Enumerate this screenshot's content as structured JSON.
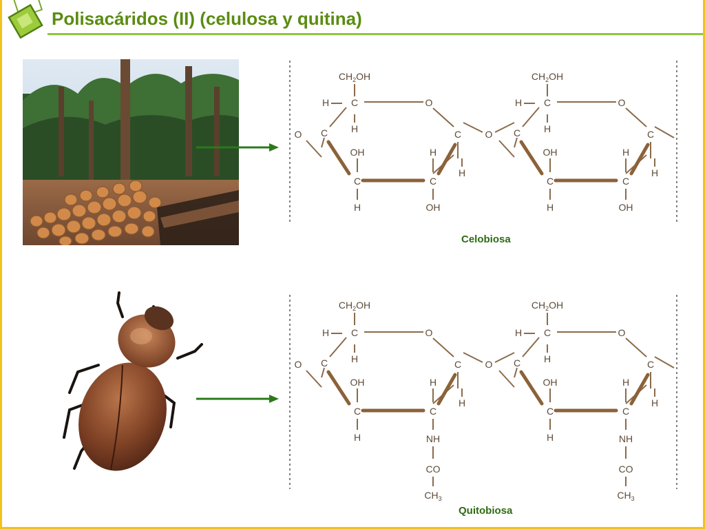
{
  "slide": {
    "title": "Polisacáridos (II) (celulosa y quitina)"
  },
  "colors": {
    "title": "#5a8c12",
    "title_rule": "#8cc63f",
    "frame": "#f2c21b",
    "bond": "#8a6a4a",
    "bond_bold": "#8b6239",
    "arrow": "#2a7a1a",
    "caption": "#2e6b12"
  },
  "labels": {
    "C": "C",
    "H": "H",
    "O": "O",
    "OH": "OH",
    "CH2OH_main": "CH",
    "CH2OH_sub": "2",
    "CH2OH_tail": "OH",
    "NH": "NH",
    "CO": "CO",
    "CH3_main": "CH",
    "CH3_sub": "3"
  },
  "molecules": [
    {
      "id": "celobiosa",
      "name": "Celobiosa",
      "source": "forest-photo"
    },
    {
      "id": "quitobiosa",
      "name": "Quitobiosa",
      "source": "beetle-photo"
    }
  ]
}
